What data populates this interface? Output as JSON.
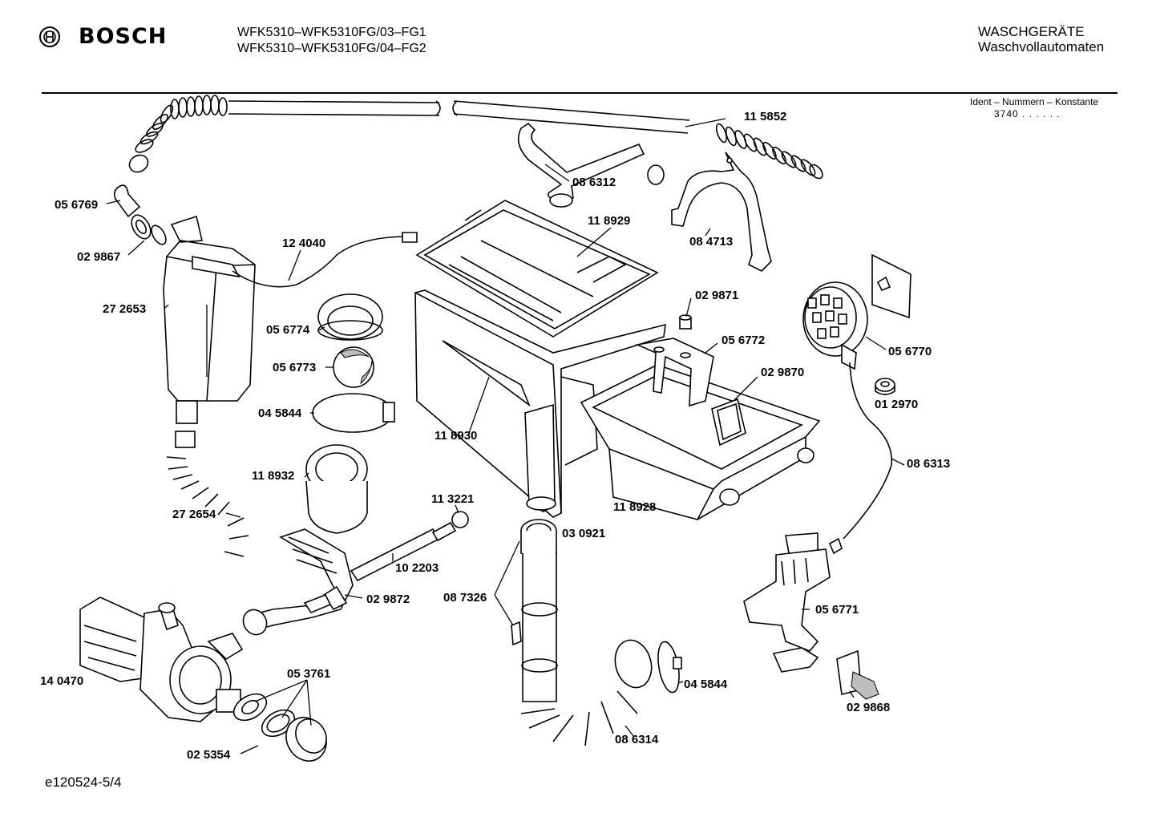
{
  "header": {
    "brand": "BOSCH",
    "model_line1": "WFK5310–WFK5310FG/03–FG1",
    "model_line2": "WFK5310–WFK5310FG/04–FG2",
    "category_line1": "WASCHGERÄTE",
    "category_line2": "Waschvollautomaten",
    "ident_label": "Ident – Nummern – Konstante",
    "ident_value": "3740 . . . . . ."
  },
  "footer": {
    "drawing_id": "e120524-5/4"
  },
  "parts": {
    "p115852": "11 5852",
    "p086312": "08 6312",
    "p118929": "11 8929",
    "p084713": "08 4713",
    "p056769": "05 6769",
    "p029867": "02 9867",
    "p124040": "12 4040",
    "p272653": "27 2653",
    "p056774": "05 6774",
    "p056773": "05 6773",
    "p045844a": "04 5844",
    "p118930": "11 8930",
    "p029871": "02 9871",
    "p056772": "05 6772",
    "p029870": "02 9870",
    "p056770": "05 6770",
    "p012970": "01 2970",
    "p086313": "08 6313",
    "p118932": "11 8932",
    "p272654": "27 2654",
    "p113221": "11 3221",
    "p118928": "11 8928",
    "p030921": "03 0921",
    "p102203": "10 2203",
    "p087326": "08 7326",
    "p029872": "02 9872",
    "p056771": "05 6771",
    "p140470": "14 0470",
    "p053761": "05 3761",
    "p045844b": "04 5844",
    "p029868": "02 9868",
    "p025354": "02 5354",
    "p086314": "08 6314"
  }
}
